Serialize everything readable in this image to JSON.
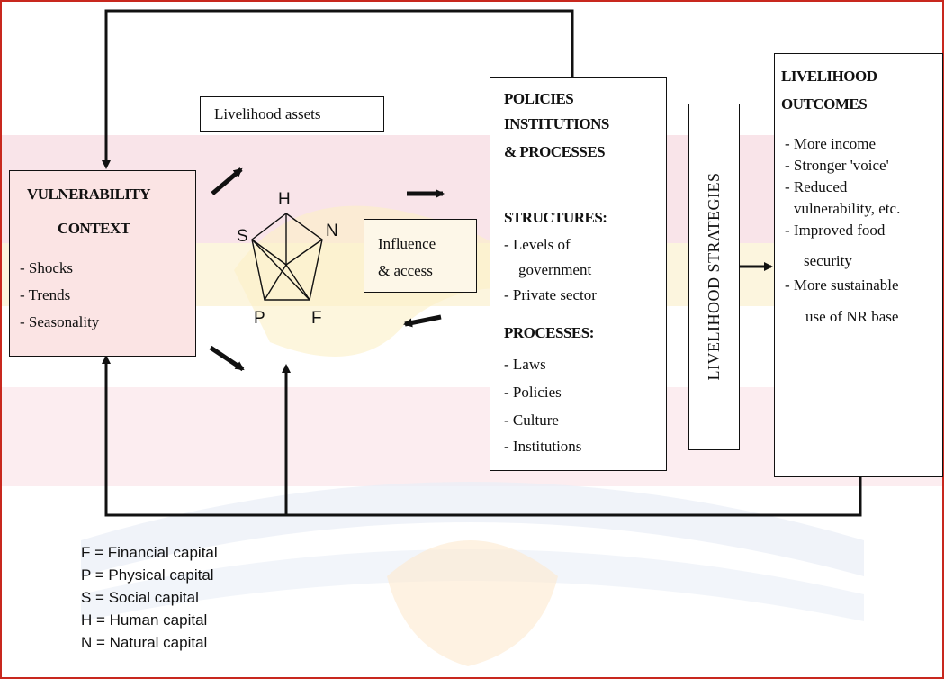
{
  "vulnerability": {
    "title1": "VULNERABILITY",
    "title2": "CONTEXT",
    "items": [
      "- Shocks",
      "- Trends",
      "- Seasonality"
    ]
  },
  "assets": {
    "label": "Livelihood assets",
    "pentagon": {
      "h": "H",
      "n": "N",
      "f": "F",
      "p": "P",
      "s": "S"
    }
  },
  "influence": {
    "line1": "Influence",
    "line2": "& access"
  },
  "policies": {
    "title1": "POLICIES",
    "title2": "INSTITUTIONS",
    "title3": "& PROCESSES",
    "structures_heading": "STRUCTURES:",
    "structures": [
      "- Levels of",
      "government",
      "- Private sector"
    ],
    "processes_heading": "PROCESSES:",
    "processes": [
      "- Laws",
      "- Policies",
      "- Culture",
      "- Institutions"
    ]
  },
  "strategies": {
    "label": "LIVELIHOOD STRATEGIES"
  },
  "outcomes": {
    "title1": "LIVELIHOOD",
    "title2": "OUTCOMES",
    "items": [
      "- More income",
      "- Stronger 'voice'",
      "- Reduced",
      "vulnerability, etc.",
      "- Improved food",
      "security",
      "- More sustainable",
      "use of NR base"
    ]
  },
  "legend": [
    "F = Financial capital",
    "P = Physical capital",
    "S = Social capital",
    "H = Human capital",
    "N = Natural capital"
  ],
  "colors": {
    "border": "#c8281e",
    "line": "#111111",
    "box_fill": "#fbe4e4"
  }
}
